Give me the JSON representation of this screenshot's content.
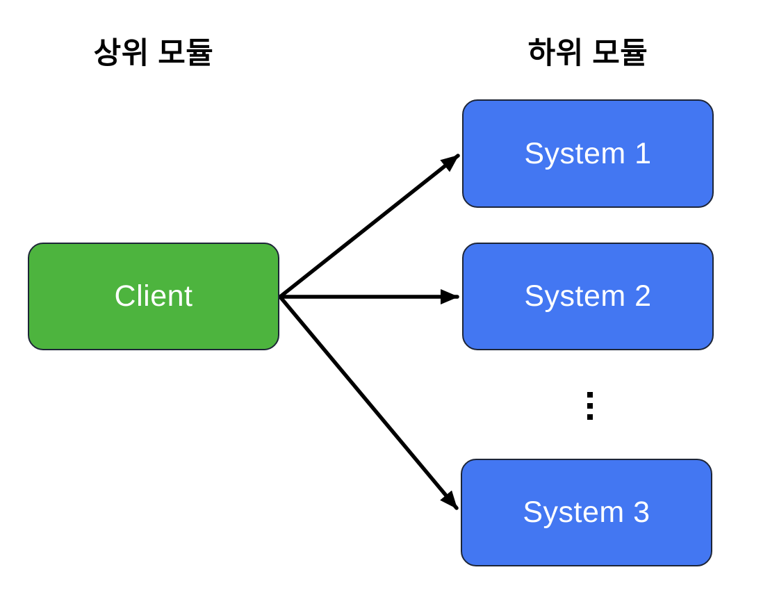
{
  "titles": {
    "left": "상위 모듈",
    "right": "하위 모듈"
  },
  "nodes": {
    "client": {
      "label": "Client"
    },
    "systems": [
      {
        "label": "System 1"
      },
      {
        "label": "System 2"
      },
      {
        "label": "System 3"
      }
    ]
  },
  "connections": [
    {
      "from": "Client",
      "to": "System 1"
    },
    {
      "from": "Client",
      "to": "System 2"
    },
    {
      "from": "Client",
      "to": "System 3"
    }
  ],
  "ellipsis_symbol": "⋮",
  "colors": {
    "client_fill": "#4db43e",
    "system_fill": "#4377f2",
    "box_border": "#1d2537",
    "arrow_color": "#000000",
    "title_text": "#000000",
    "box_text": "#ffffff",
    "ellipsis_color": "#000000",
    "bg": "#ffffff"
  }
}
